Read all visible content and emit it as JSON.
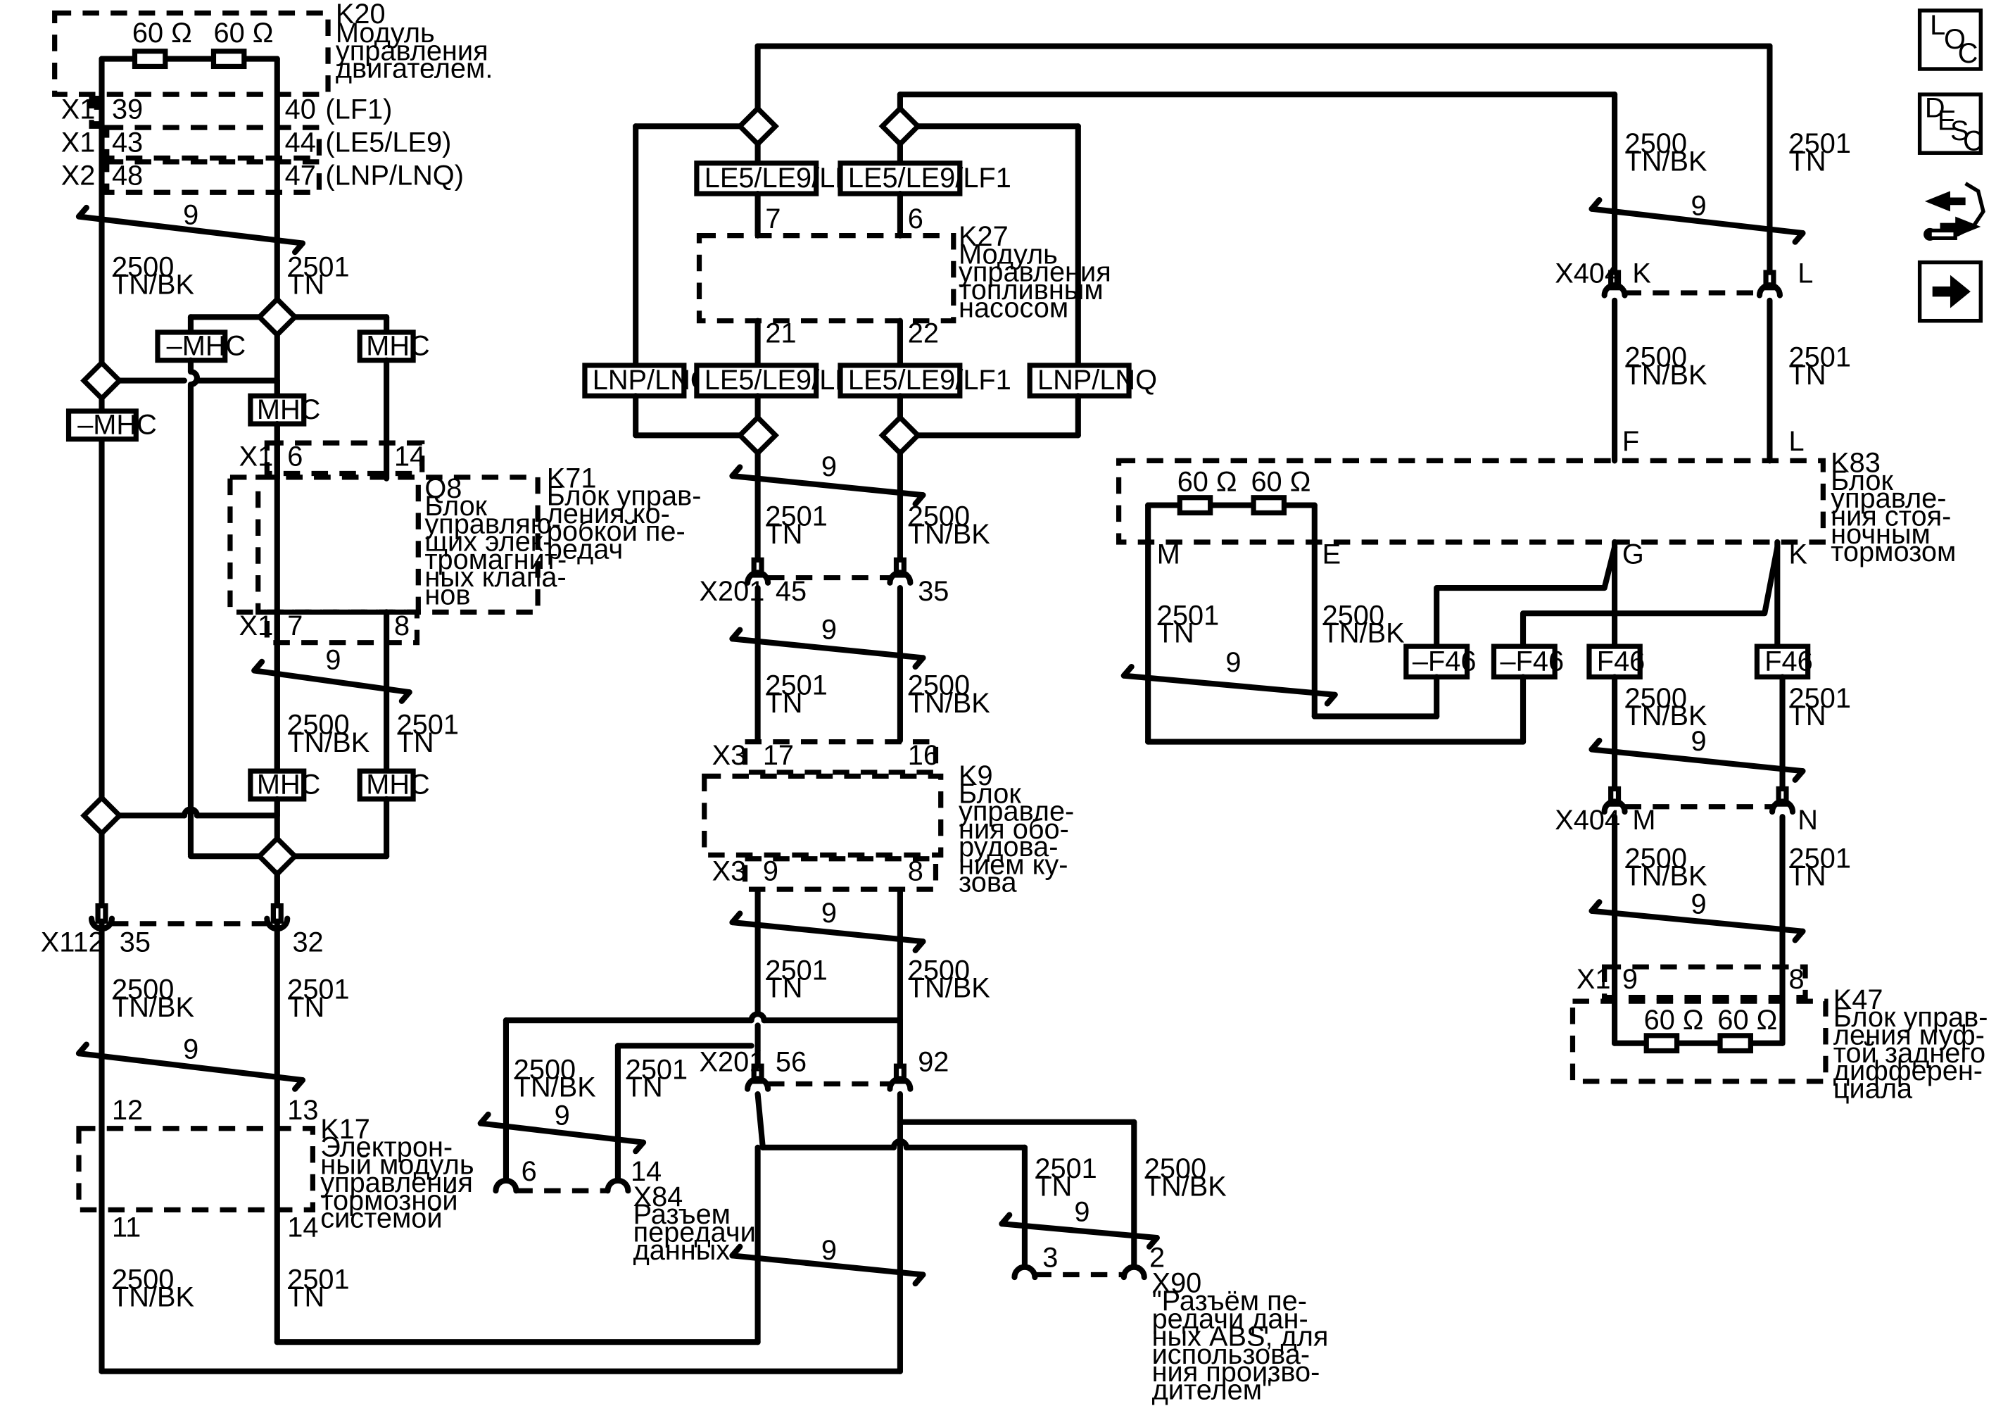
{
  "components": {
    "k20": {
      "ref": "K20",
      "lines": [
        "Модуль",
        "управления",
        "двигателем."
      ]
    },
    "k27": {
      "ref": "K27",
      "lines": [
        "Модуль",
        "управления",
        "топливным",
        "насосом"
      ]
    },
    "k71": {
      "ref": "K71",
      "lines": [
        "Блок управ-",
        "ления ко-",
        "робкой пе-",
        "редач"
      ]
    },
    "q8": {
      "ref": "Q8",
      "lines": [
        "Блок",
        "управляю-",
        "щих элек-",
        "тромагнит-",
        "ных клапа-",
        "нов"
      ]
    },
    "k9": {
      "ref": "K9",
      "lines": [
        "Блок",
        "управле-",
        "ния обо-",
        "рудова-",
        "нием ку-",
        "зова"
      ]
    },
    "k17": {
      "ref": "K17",
      "lines": [
        "Электрон-",
        "ный модуль",
        "управления",
        "тормозной",
        "системой"
      ]
    },
    "k83": {
      "ref": "K83",
      "lines": [
        "Блок",
        "управле-",
        "ния стоя-",
        "ночным",
        "тормозом"
      ]
    },
    "k47": {
      "ref": "K47",
      "lines": [
        "Блок управ-",
        "ления муф-",
        "той заднего",
        "дифферен-",
        "циала"
      ]
    },
    "x84": {
      "ref": "X84",
      "lines": [
        "Разъем",
        "передачи",
        "данных"
      ]
    },
    "x90": {
      "ref": "X90",
      "lines": [
        "\"Разъём пе-",
        "редачи дан-",
        "ных ABS, для",
        "использова-",
        "ния произво-",
        "дителем\""
      ]
    }
  },
  "resistor": "60 Ω",
  "connectors": {
    "x1": "X1",
    "x2": "X2",
    "x3": "X3",
    "x112": "X112",
    "x201": "X201",
    "x404": "X404"
  },
  "variants": {
    "lf1": "(LF1)",
    "le5le9": "(LE5/LE9)",
    "lnplnq": "(LNP/LNQ)"
  },
  "options": {
    "mhc": "MHC",
    "not_mhc": "–MHC",
    "le5le9lf1": "LE5/LE9/LF1",
    "lnplnq": "LNP/LNQ",
    "f46": "F46",
    "not_f46": "–F46"
  },
  "wires": {
    "c2500": "2500",
    "c2501": "2501",
    "tnbk": "TN/BK",
    "tn": "TN",
    "twist": "9"
  },
  "pins": {
    "k20_39": "39",
    "k20_40": "40",
    "k20_43": "43",
    "k20_44": "44",
    "k20_48": "48",
    "k20_47": "47",
    "k27_7": "7",
    "k27_6": "6",
    "k27_21": "21",
    "k27_22": "22",
    "k71_6": "6",
    "k71_14": "14",
    "k71_7": "7",
    "k71_8": "8",
    "x201_45": "45",
    "x201_35": "35",
    "x201_56": "56",
    "x201_92": "92",
    "k9_17": "17",
    "k9_16": "16",
    "k9_9": "9",
    "k9_8": "8",
    "x112_35": "35",
    "x112_32": "32",
    "k17_12": "12",
    "k17_13": "13",
    "k17_11": "11",
    "k17_14": "14",
    "x84_6": "6",
    "x84_14": "14",
    "x90_3": "3",
    "x90_2": "2",
    "x404_k": "K",
    "x404_l": "L",
    "x404_m": "M",
    "x404_n": "N",
    "k83_f": "F",
    "k83_l": "L",
    "k83_m": "M",
    "k83_e": "E",
    "k83_g": "G",
    "k83_k": "K",
    "k47_9": "9",
    "k47_8": "8"
  },
  "sidebar": {
    "loc": {
      "l1": "L",
      "l2": "O",
      "l3": "C"
    },
    "desc": {
      "l1": "D",
      "l2": "E",
      "l3": "S",
      "l4": "C"
    },
    "tools_icon": "wrench-arrows-icon",
    "next_icon": "arrow-right-icon"
  }
}
